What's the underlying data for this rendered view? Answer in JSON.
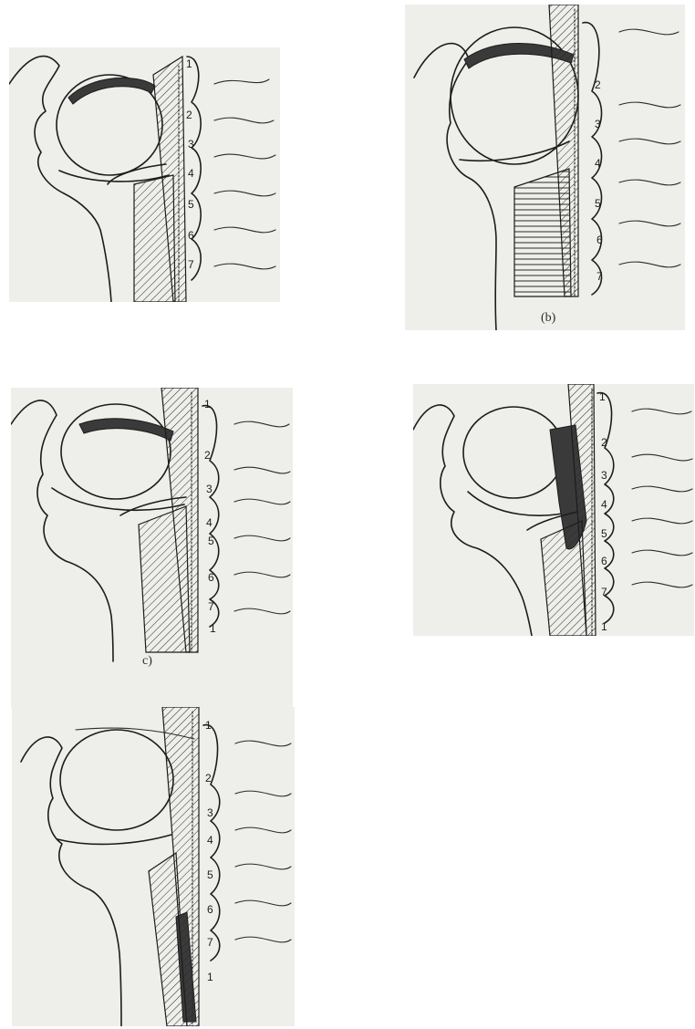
{
  "panels": [
    {
      "id": "a",
      "caption": "",
      "vertebra_labels": [
        "1",
        "2",
        "3",
        "4",
        "5",
        "6",
        "7"
      ],
      "shaded_region": "soft-palate"
    },
    {
      "id": "b",
      "caption": "(b)",
      "vertebra_labels": [
        "2",
        "3",
        "4",
        "5",
        "6",
        "7"
      ],
      "shaded_region": "soft-palate"
    },
    {
      "id": "c",
      "caption": "c)",
      "vertebra_labels": [
        "1",
        "2",
        "3",
        "4",
        "5",
        "6",
        "7",
        "1"
      ],
      "shaded_region": "soft-palate"
    },
    {
      "id": "d",
      "caption": "",
      "vertebra_labels": [
        "1",
        "2",
        "3",
        "4",
        "5",
        "6",
        "7",
        "1"
      ],
      "shaded_region": "pharynx"
    },
    {
      "id": "e",
      "caption": "",
      "vertebra_labels": [
        "1",
        "2",
        "3",
        "4",
        "5",
        "6",
        "7",
        "1"
      ],
      "shaded_region": "esophagus"
    }
  ],
  "colors": {
    "paper": "#eeeeea",
    "ink": "#1c1c1c",
    "shade": "#3a3a3a"
  }
}
